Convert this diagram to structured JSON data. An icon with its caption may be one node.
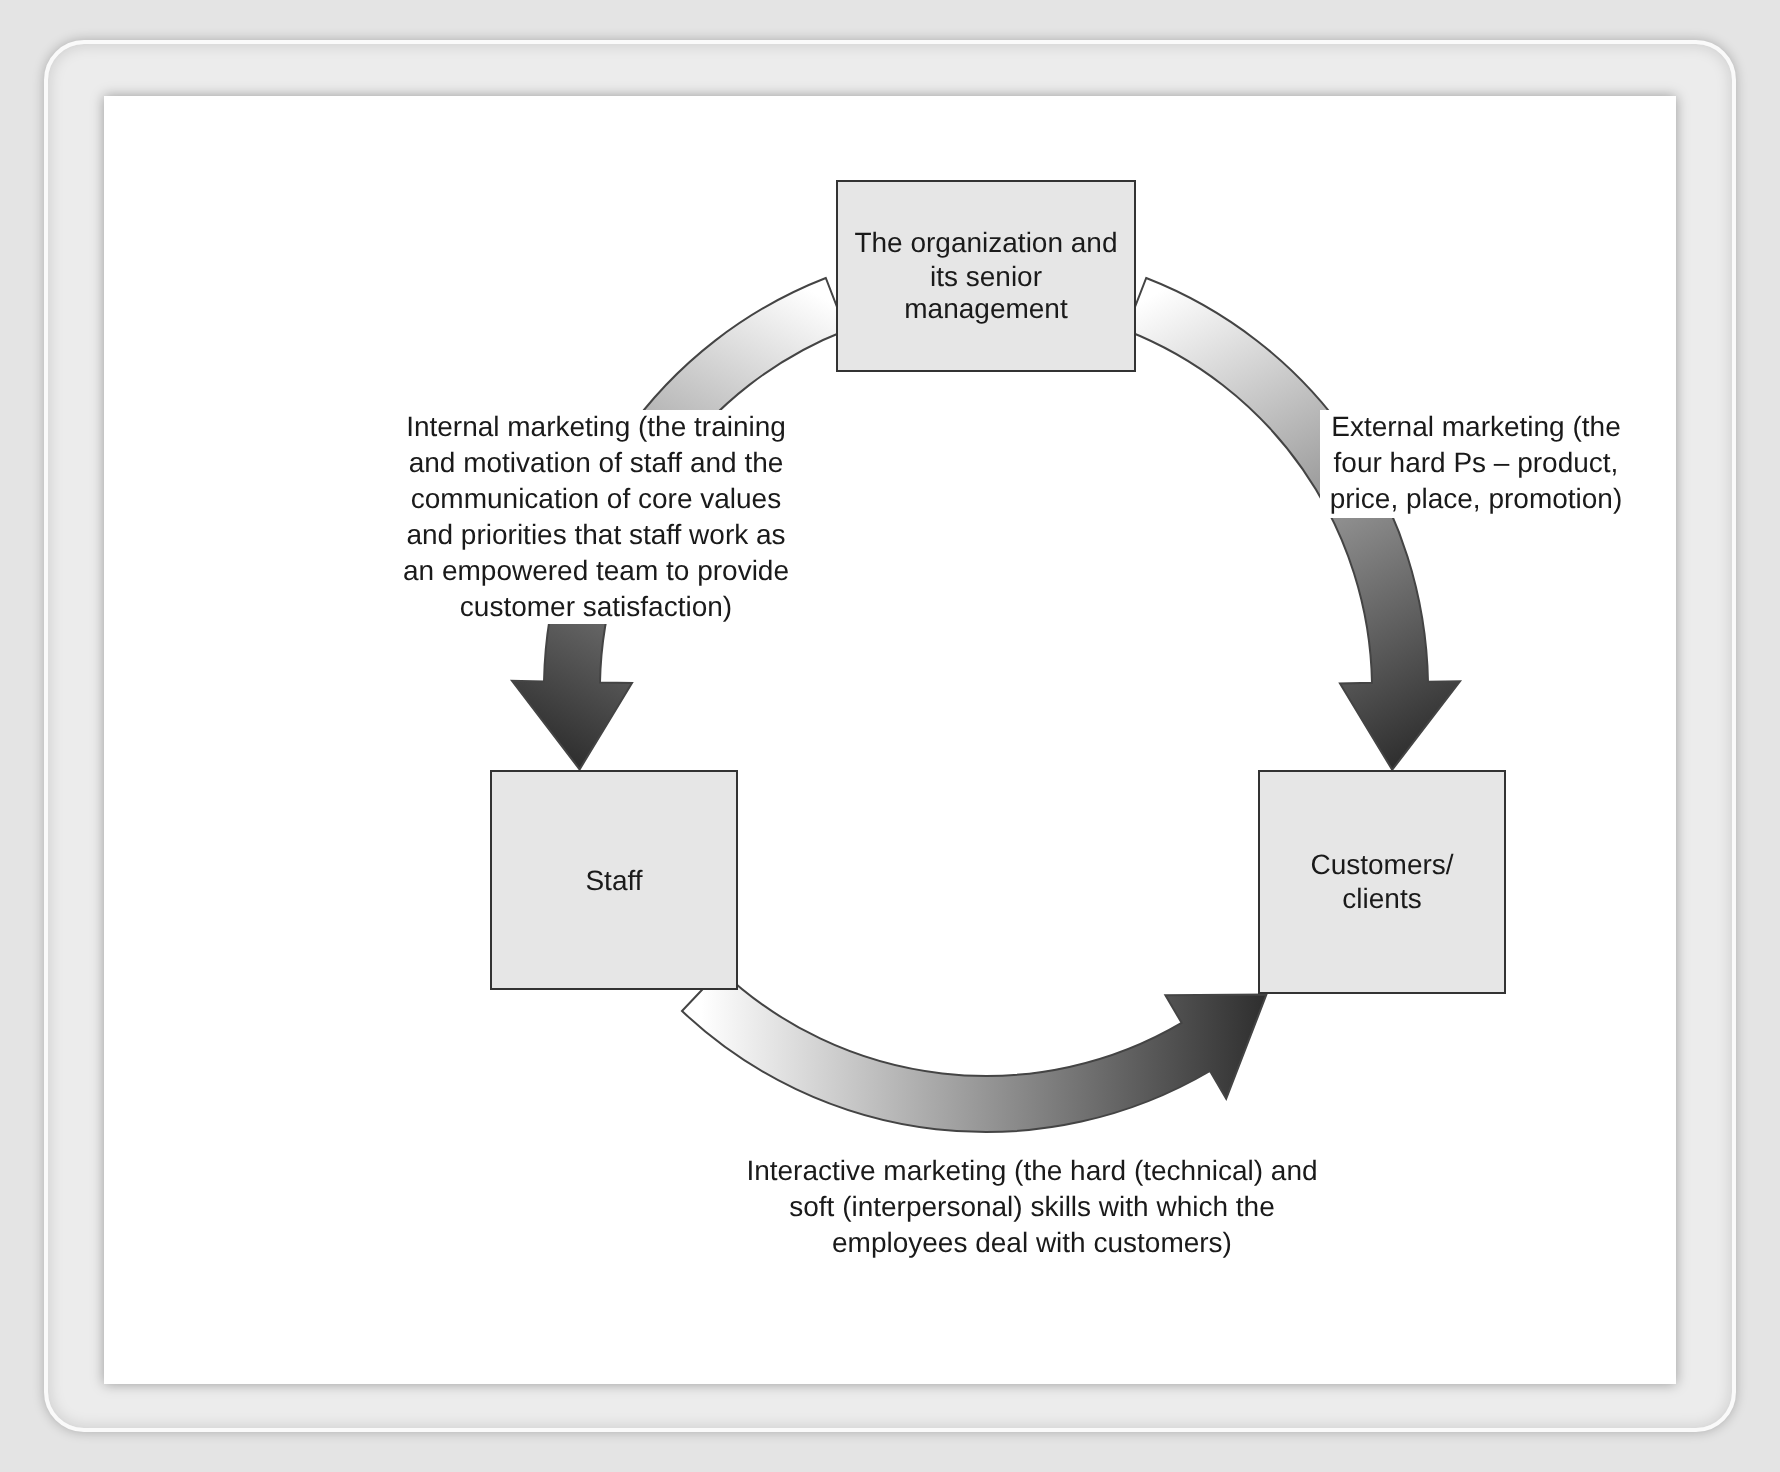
{
  "diagram": {
    "nodes": [
      {
        "text": [
          "The organization and its senior management"
        ]
      },
      {
        "text": [
          "Staff"
        ]
      },
      {
        "text": [
          "Customers/ clients"
        ]
      }
    ],
    "edges": [
      {
        "from": 0,
        "to": 1,
        "arrow": "to",
        "label": "Internal marketing (the training and motivation of staff and the communication of core values and priorities that staff work as an empowered team to provide customer satisfaction)"
      },
      {
        "from": 0,
        "to": 2,
        "arrow": "to",
        "label": "External marketing (the four hard Ps – product, price, place, promotion)"
      },
      {
        "from": 1,
        "to": 2,
        "arrow": "to",
        "label": "Interactive marketing (the hard (technical) and soft (interpersonal) skills with which the employees deal with customers)"
      }
    ]
  }
}
